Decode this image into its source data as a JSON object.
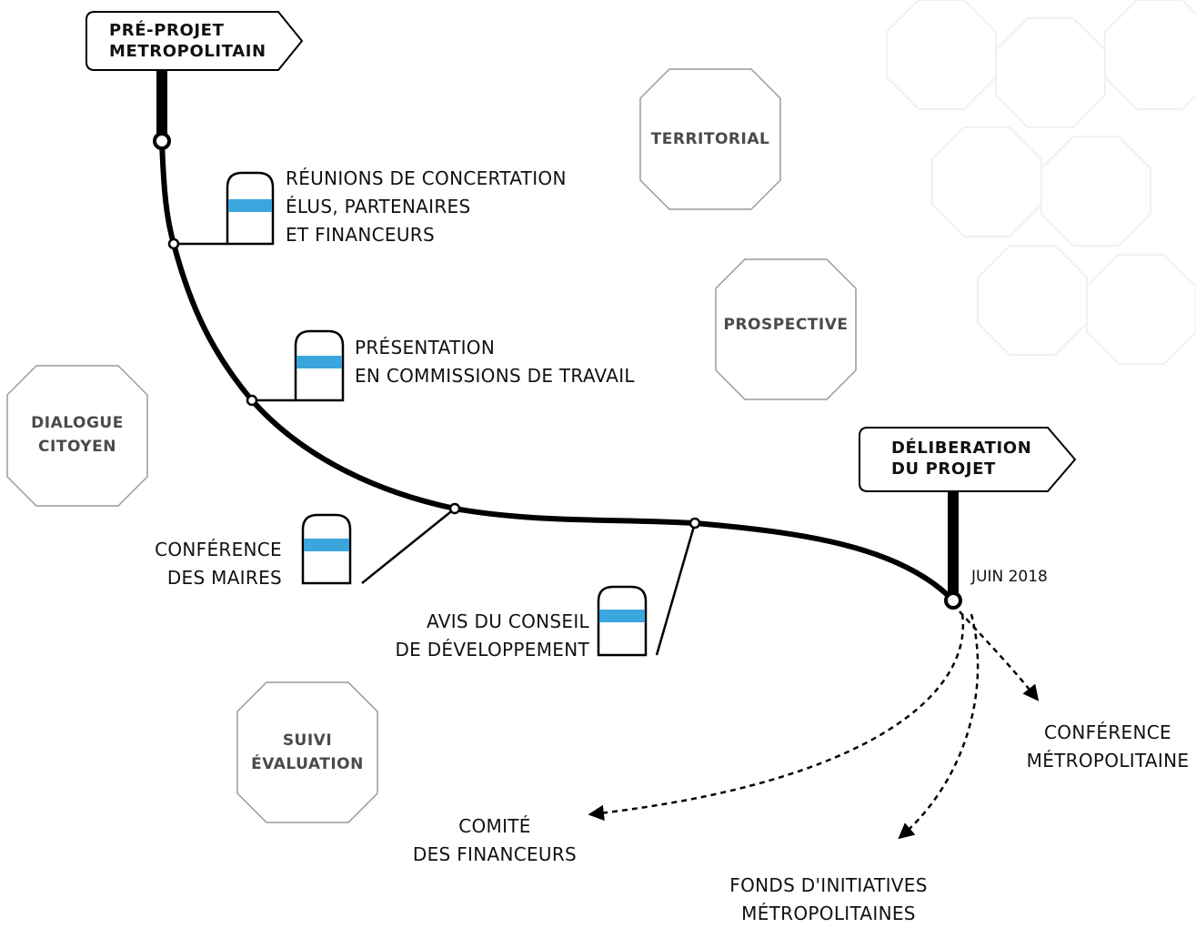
{
  "colors": {
    "line": "#000000",
    "accent_blue": "#3aa6dd",
    "octagon_stroke": "#9a9a9a",
    "octagon_text": "#4a4a4a",
    "background_pattern": "#eef2f1"
  },
  "start_sign": {
    "line1": "PRÉ-PROJET",
    "line2": "METROPOLITAIN"
  },
  "end_sign": {
    "line1": "DÉLIBERATION",
    "line2": "DU PROJET"
  },
  "end_date": "JUIN 2018",
  "steps": [
    {
      "lines": [
        "RÉUNIONS DE CONCERTATION",
        "ÉLUS, PARTENAIRES",
        "ET FINANCEURS"
      ]
    },
    {
      "lines": [
        "PRÉSENTATION",
        "EN COMMISSIONS DE TRAVAIL"
      ]
    },
    {
      "lines": [
        "CONFÉRENCE",
        "DES MAIRES"
      ]
    },
    {
      "lines": [
        "AVIS DU CONSEIL",
        "DE DÉVELOPPEMENT"
      ]
    }
  ],
  "octagons": [
    {
      "lines": [
        "TERRITORIAL"
      ]
    },
    {
      "lines": [
        "PROSPECTIVE"
      ]
    },
    {
      "lines": [
        "DIALOGUE",
        "CITOYEN"
      ]
    },
    {
      "lines": [
        "SUIVI",
        "ÉVALUATION"
      ]
    }
  ],
  "outcomes": [
    {
      "lines": [
        "CONFÉRENCE",
        "MÉTROPOLITAINE"
      ]
    },
    {
      "lines": [
        "COMITÉ",
        "DES FINANCEURS"
      ]
    },
    {
      "lines": [
        "FONDS D'INITIATIVES",
        "MÉTROPOLITAINES"
      ]
    }
  ]
}
